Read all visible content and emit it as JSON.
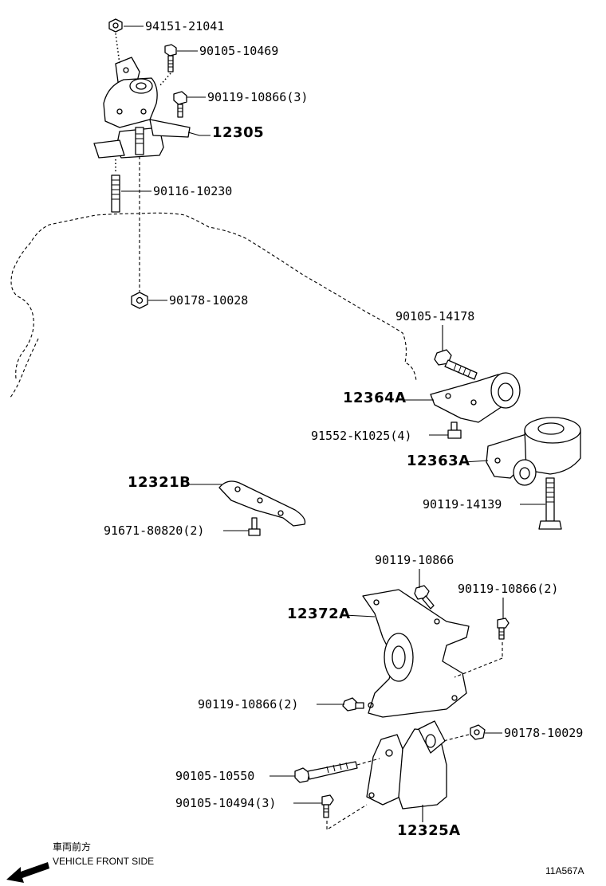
{
  "labels": {
    "p94151_21041": "94151-21041",
    "p90105_10469": "90105-10469",
    "p90119_10866_3": "90119-10866(3)",
    "p12305": "12305",
    "p90116_10230": "90116-10230",
    "p90178_10028": "90178-10028",
    "p90105_14178": "90105-14178",
    "p12364A": "12364A",
    "p91552_K1025_4": "91552-K1025(4)",
    "p12363A": "12363A",
    "p90119_14139": "90119-14139",
    "p12321B": "12321B",
    "p91671_80820_2": "91671-80820(2)",
    "p90119_10866_a": "90119-10866",
    "p90119_10866_2a": "90119-10866(2)",
    "p12372A": "12372A",
    "p90119_10866_2b": "90119-10866(2)",
    "p90178_10029": "90178-10029",
    "p90105_10550": "90105-10550",
    "p90105_10494_3": "90105-10494(3)",
    "p12325A": "12325A"
  },
  "front_indicator": {
    "japanese": "車両前方",
    "english": "VEHICLE FRONT SIDE",
    "icon": "arrow-icon"
  },
  "figure_code": "11A567A"
}
